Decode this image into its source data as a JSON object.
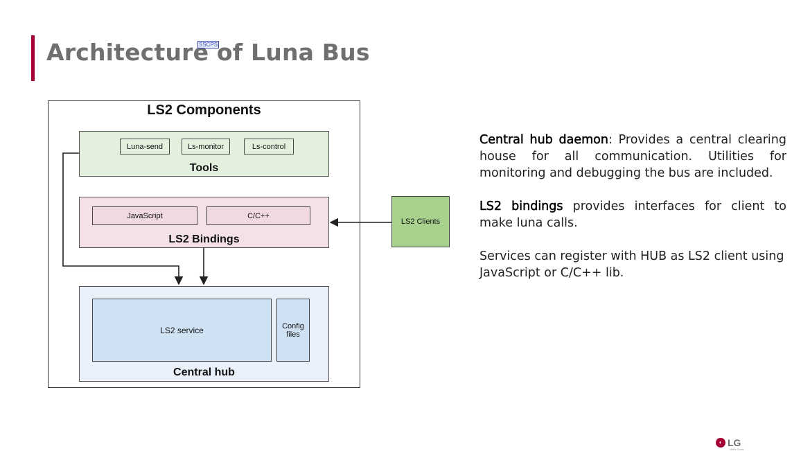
{
  "slide": {
    "title": "Architecture of Luna Bus",
    "tag": "SSCPS",
    "accent_color": "#a50034"
  },
  "diagram": {
    "title": "LS2 Components",
    "tools": {
      "label": "Tools",
      "items": [
        "Luna-send",
        "Ls-monitor",
        "Ls-control"
      ]
    },
    "bindings": {
      "label": "LS2 Bindings",
      "items": [
        "JavaScript",
        "C/C++"
      ]
    },
    "hub": {
      "label": "Central hub",
      "service": "LS2 service",
      "config": "Config files"
    },
    "clients": "LS2 Clients"
  },
  "description": {
    "p1_bold": "Central hub daemon",
    "p1_text": ": Provides a central clearing house for all communication. Utilities for monitoring and debugging the bus are included.",
    "p2_bold": "LS2 bindings",
    "p2_text": " provides interfaces for client to make luna calls.",
    "p3_text": "Services can register with HUB as LS2 client using JavaScript or C/C++ lib."
  },
  "footer": {
    "logo_mark": "◐",
    "logo_text": "LG",
    "logo_tagline": "Life's Good"
  }
}
